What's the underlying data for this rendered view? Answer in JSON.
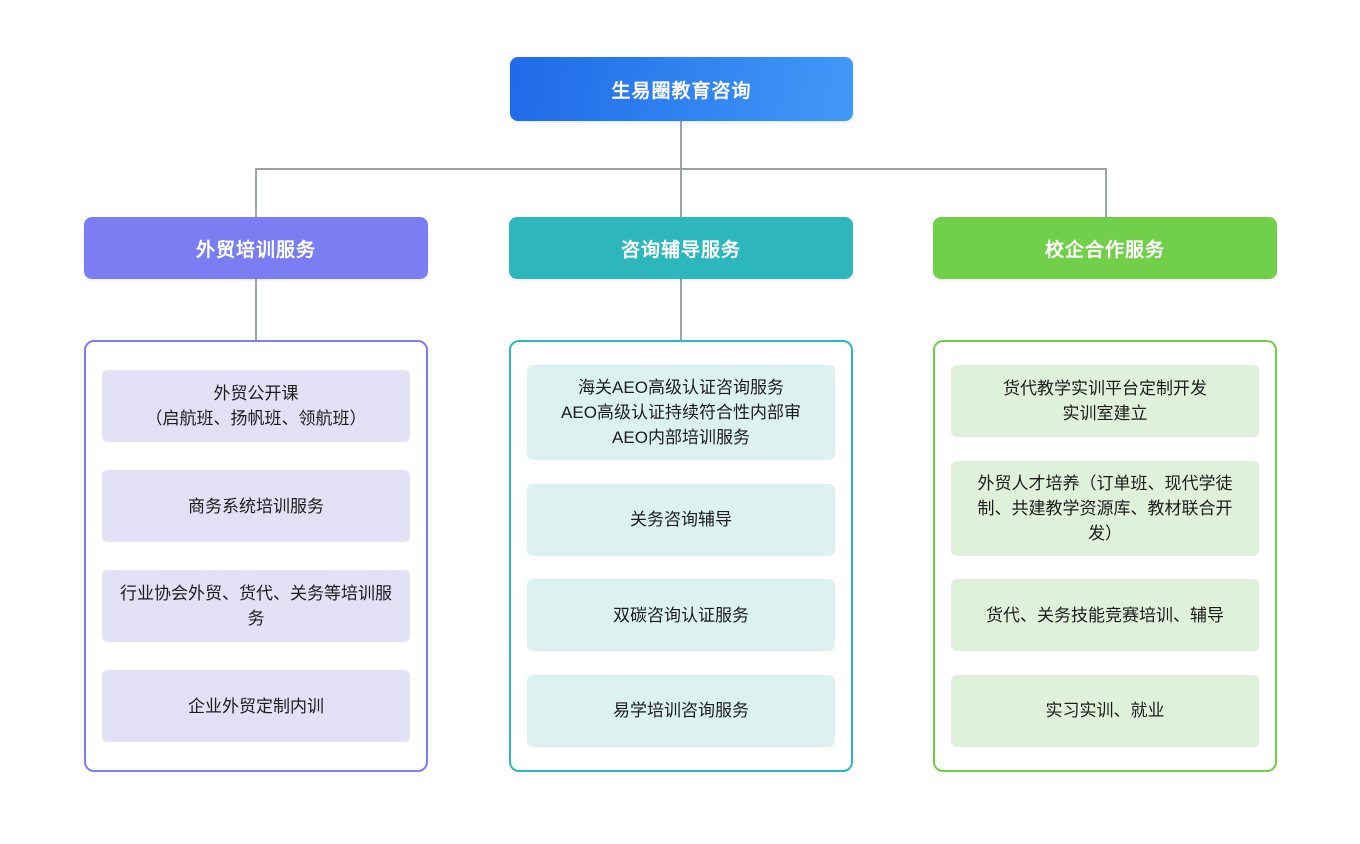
{
  "root": {
    "label": "生易圈教育咨询",
    "color_left": "#1f6ae8",
    "color_right": "#4199f7"
  },
  "connector_color": "#9aa3ab",
  "branches": [
    {
      "label": "外贸培训服务",
      "header_bg": "#7a7ef2",
      "panel_border": "#7d7df0",
      "item_bg": "#e2e0f5",
      "items": [
        "外贸公开课\n（启航班、扬帆班、领航班）",
        "商务系统培训服务",
        "行业协会外贸、货代、关务等培训服务",
        "企业外贸定制内训"
      ]
    },
    {
      "label": "咨询辅导服务",
      "header_bg": "#2db7bd",
      "panel_border": "#2ab9bf",
      "item_bg": "#dcf2f1",
      "items": [
        "海关AEO高级认证咨询服务\nAEO高级认证持续符合性内部审\nAEO内部培训服务",
        "关务咨询辅导",
        "双碳咨询认证服务",
        "易学培训咨询服务"
      ]
    },
    {
      "label": "校企合作服务",
      "header_bg": "#72cf4a",
      "panel_border": "#6fce45",
      "item_bg": "#e0f1db",
      "items": [
        "货代教学实训平台定制开发\n实训室建立",
        "外贸人才培养（订单班、现代学徒制、共建教学资源库、教材联合开发）",
        "货代、关务技能竞赛培训、辅导",
        "实习实训、就业"
      ]
    }
  ]
}
